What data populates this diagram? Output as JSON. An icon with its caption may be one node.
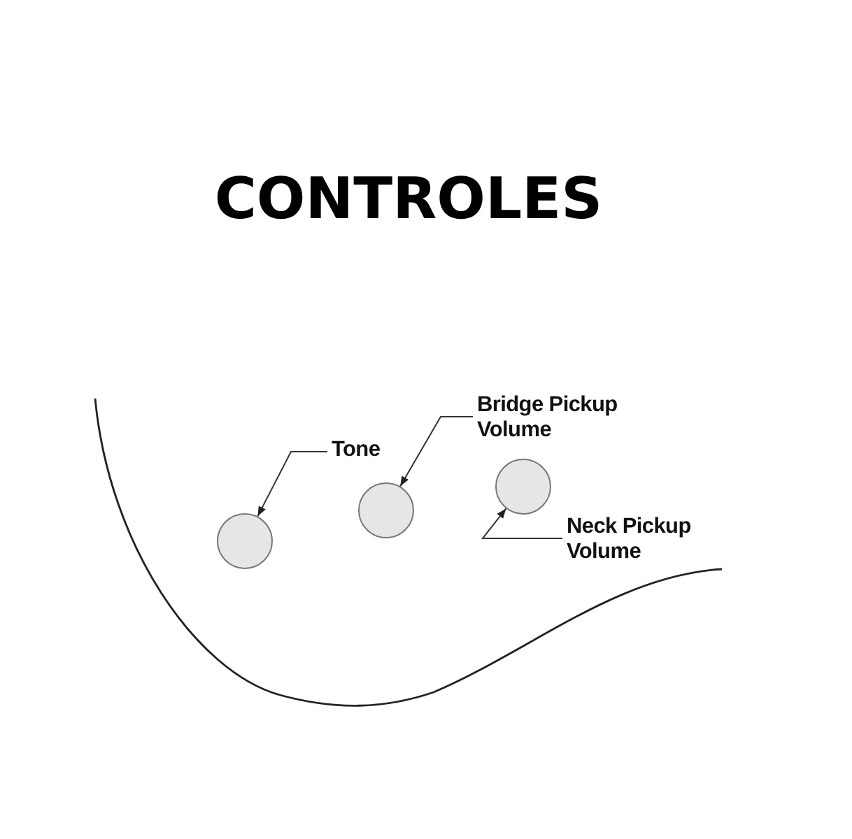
{
  "diagram": {
    "title": "CONTROLES",
    "nodes": [
      {
        "text": [
          "Tone"
        ]
      },
      {
        "text": [
          "Bridge Pickup Volume"
        ]
      },
      {
        "text": [
          "Neck Pickup Volume"
        ]
      },
      {
        "text": [],
        "shape": "circle"
      },
      {
        "text": [],
        "shape": "circle"
      },
      {
        "text": [],
        "shape": "circle"
      }
    ],
    "edges": [
      {
        "from": 0,
        "to": 3,
        "arrow": "to"
      },
      {
        "from": 1,
        "to": 4,
        "arrow": "to"
      },
      {
        "from": 2,
        "to": 5,
        "arrow": "to"
      }
    ]
  }
}
